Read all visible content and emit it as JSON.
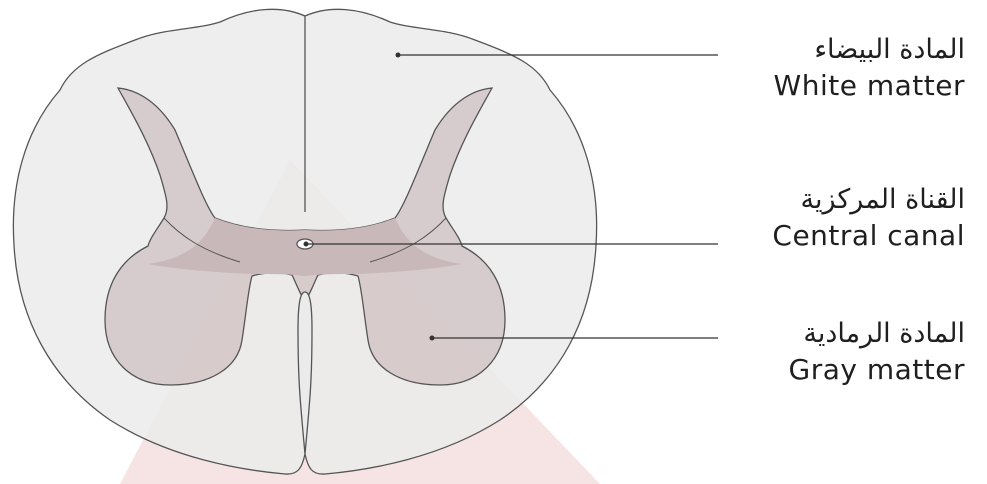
{
  "labels": {
    "white_matter": {
      "ar": "المادة البيضاء",
      "en": "White matter"
    },
    "central_canal": {
      "ar": "القناة المركزية",
      "en": "Central canal"
    },
    "gray_matter": {
      "ar": "المادة الرمادية",
      "en": "Gray matter"
    }
  },
  "colors": {
    "white_matter": "#ebebeb",
    "gray_matter": "#d4c8c9",
    "gray_commissure": "#c9b8b9",
    "outline": "#555555",
    "watermark": "#f3dede"
  }
}
